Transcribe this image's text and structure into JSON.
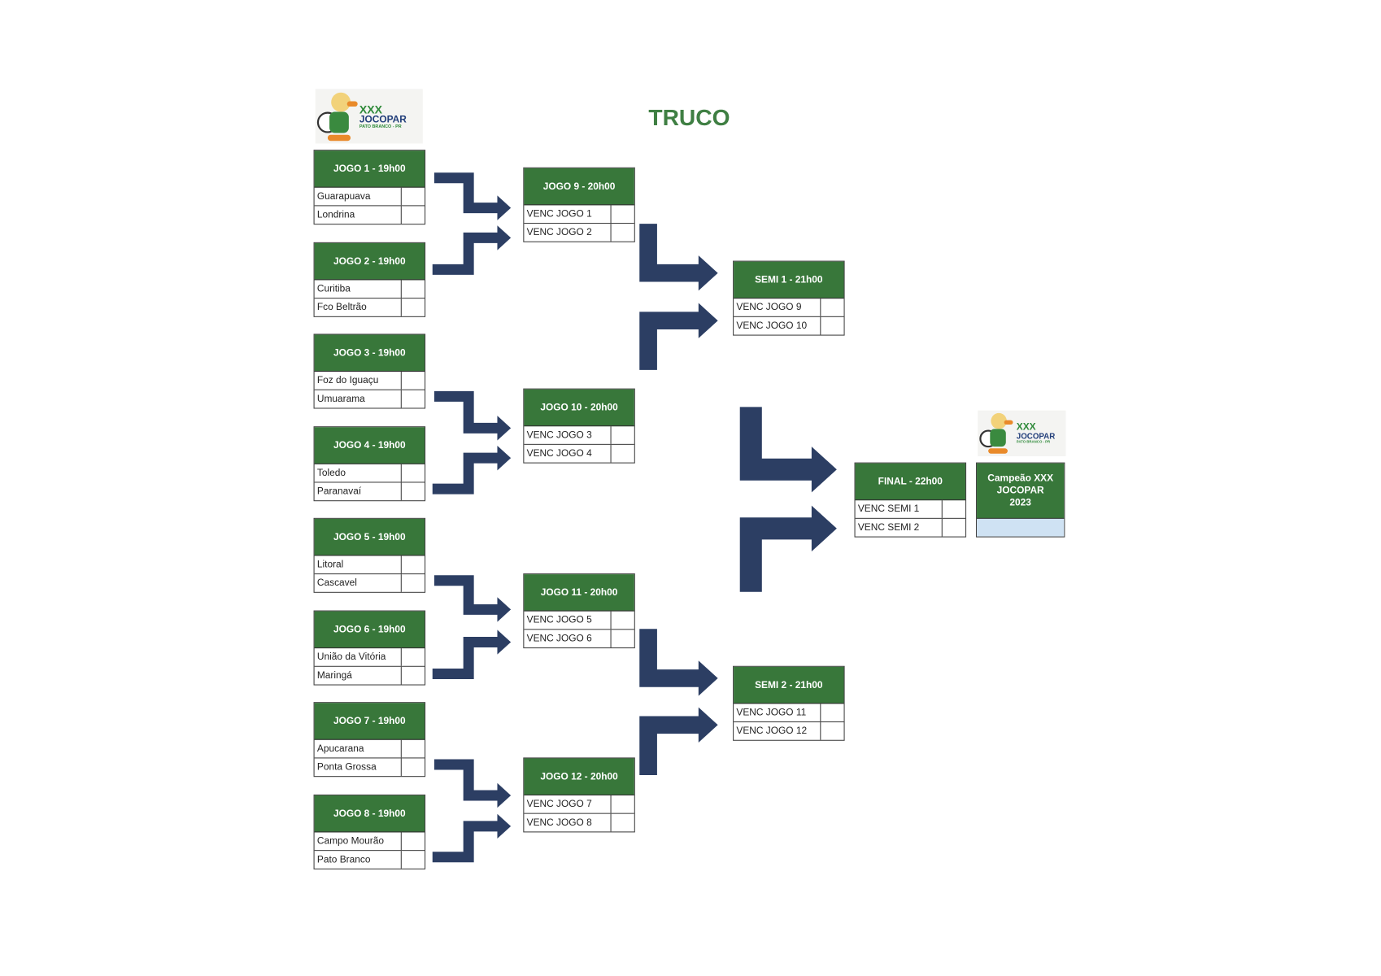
{
  "title": "TRUCO",
  "logo": {
    "line1": "XXX",
    "line2": "JOCOPAR",
    "line3": "PATO BRANCO - PR"
  },
  "colors": {
    "header_green": "#38773a",
    "arrow_navy": "#2c3e63",
    "champion_fill": "#cfe2f3",
    "title_green": "#3f7f43"
  },
  "matches": [
    {
      "title": "JOGO 1 - 19h00",
      "teams": [
        "Guarapuava",
        "Londrina"
      ]
    },
    {
      "title": "JOGO 2 - 19h00",
      "teams": [
        "Curitiba",
        "Fco Beltrão"
      ]
    },
    {
      "title": "JOGO 3 - 19h00",
      "teams": [
        "Foz do Iguaçu",
        "Umuarama"
      ]
    },
    {
      "title": "JOGO 4 - 19h00",
      "teams": [
        "Toledo",
        "Paranavaí"
      ]
    },
    {
      "title": "JOGO 5 - 19h00",
      "teams": [
        "Litoral",
        "Cascavel"
      ]
    },
    {
      "title": "JOGO 6 - 19h00",
      "teams": [
        "União da Vitória",
        "Maringá"
      ]
    },
    {
      "title": "JOGO 7 - 19h00",
      "teams": [
        "Apucarana",
        "Ponta Grossa"
      ]
    },
    {
      "title": "JOGO 8 - 19h00",
      "teams": [
        "Campo Mourão",
        "Pato Branco"
      ]
    },
    {
      "title": "JOGO 9 - 20h00",
      "teams": [
        "VENC JOGO 1",
        "VENC JOGO 2"
      ]
    },
    {
      "title": "JOGO 10 - 20h00",
      "teams": [
        "VENC JOGO 3",
        "VENC JOGO 4"
      ]
    },
    {
      "title": "JOGO 11 - 20h00",
      "teams": [
        "VENC JOGO 5",
        "VENC JOGO 6"
      ]
    },
    {
      "title": "JOGO 12 - 20h00",
      "teams": [
        "VENC JOGO 7",
        "VENC JOGO 8"
      ]
    },
    {
      "title": "SEMI 1 - 21h00",
      "teams": [
        "VENC JOGO 9",
        "VENC JOGO 10"
      ]
    },
    {
      "title": "SEMI 2 - 21h00",
      "teams": [
        "VENC JOGO 11",
        "VENC JOGO 12"
      ]
    },
    {
      "title": "FINAL - 22h00",
      "teams": [
        "VENC SEMI 1",
        "VENC SEMI 2"
      ]
    }
  ],
  "champion": {
    "title": "Campeão XXX JOCOPAR 2023",
    "value": ""
  }
}
